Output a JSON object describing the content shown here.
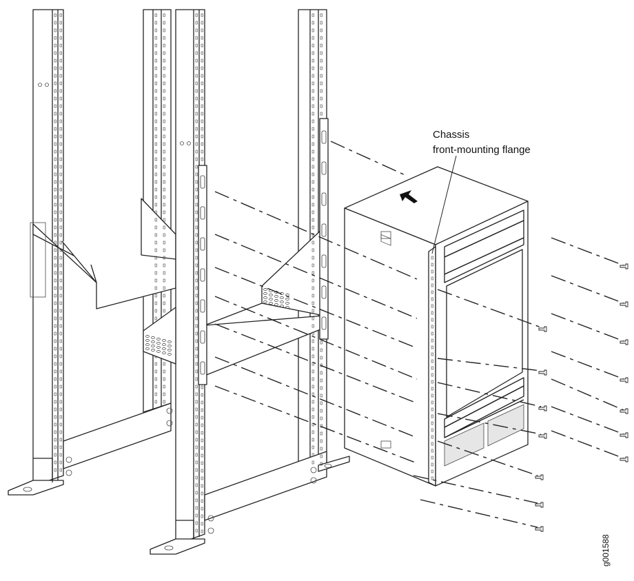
{
  "figure": {
    "callout_label_line1": "Chassis",
    "callout_label_line2": "front-mounting flange",
    "figure_id": "g001588"
  }
}
